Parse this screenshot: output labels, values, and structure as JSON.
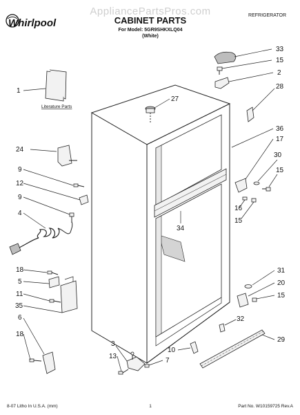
{
  "header": {
    "watermark": "AppliancePartsPros.com",
    "brand": "Whirlpool",
    "title": "CABINET PARTS",
    "model_line": "For Model: 5GR9SHKXLQ04",
    "color_line": "(White)",
    "category": "REFRIGERATOR"
  },
  "literature_label": "Literature Parts",
  "callouts": [
    "1",
    "2",
    "3",
    "4",
    "5",
    "6",
    "7",
    "9",
    "9",
    "10",
    "11",
    "12",
    "13",
    "15",
    "15",
    "15",
    "15",
    "16",
    "17",
    "18",
    "18",
    "20",
    "24",
    "27",
    "28",
    "29",
    "30",
    "31",
    "32",
    "33",
    "34",
    "35",
    "36"
  ],
  "footer": {
    "left": "8-07 Litho In U.S.A. (mm)",
    "page": "1",
    "right": "Part No. W10159725 Rev.A"
  }
}
